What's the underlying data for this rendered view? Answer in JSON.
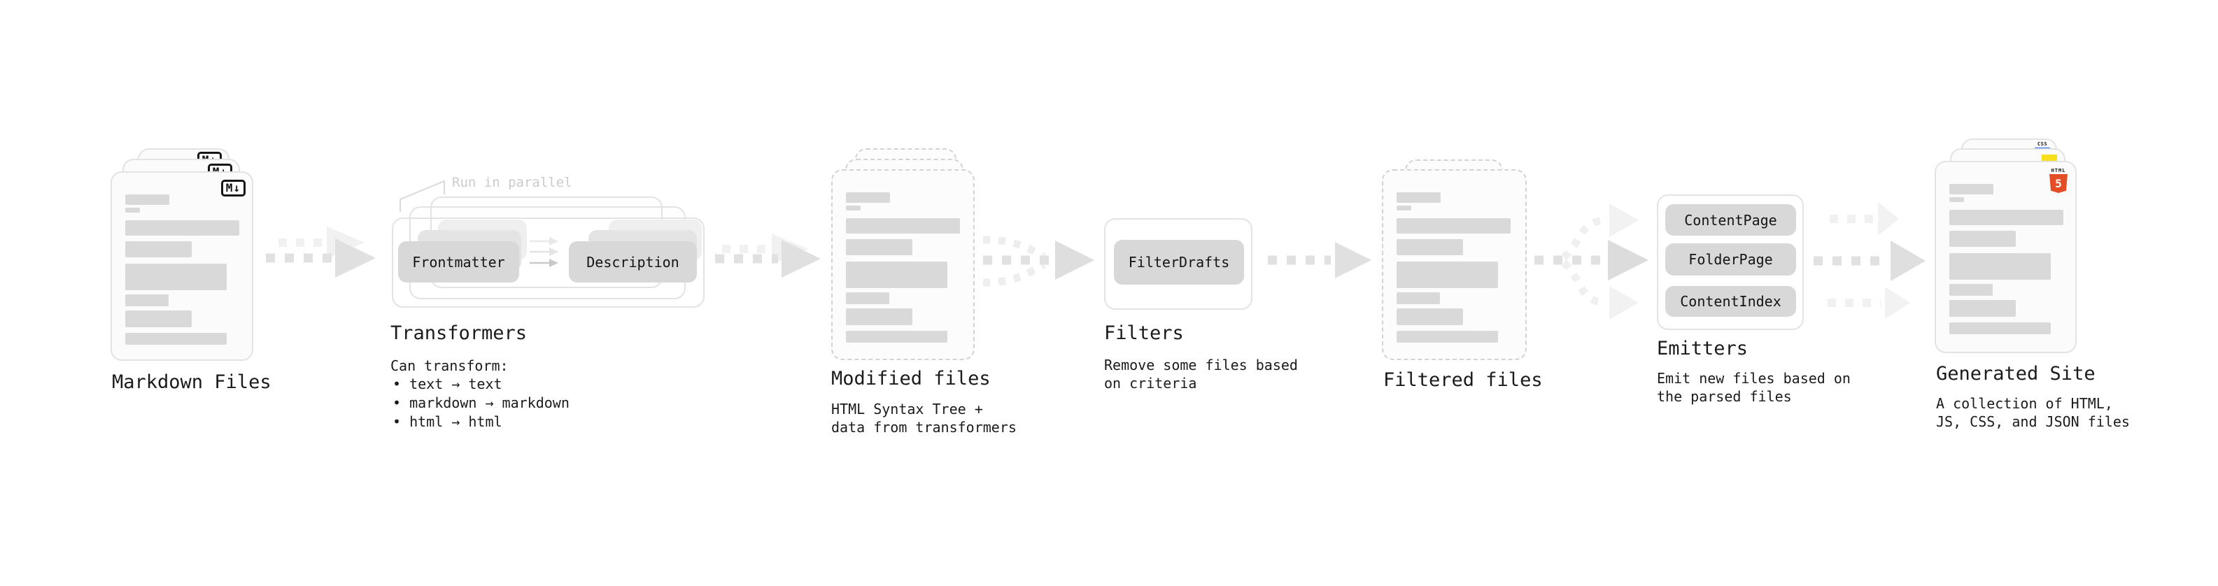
{
  "stages": {
    "markdown": {
      "title": "Markdown Files"
    },
    "transformers": {
      "title": "Transformers",
      "note": "Run in parallel",
      "boxes": [
        "Frontmatter",
        "Description"
      ],
      "desc": "Can transform:",
      "bullets": [
        "• text → text",
        "• markdown → markdown",
        "• html → html"
      ]
    },
    "modified": {
      "title": "Modified files",
      "desc_line1": "HTML Syntax Tree +",
      "desc_line2": "data from transformers"
    },
    "filters": {
      "title": "Filters",
      "box": "FilterDrafts",
      "desc_line1": "Remove some files based",
      "desc_line2": "on criteria"
    },
    "filtered": {
      "title": "Filtered files"
    },
    "emitters": {
      "title": "Emitters",
      "boxes": [
        "ContentPage",
        "FolderPage",
        "ContentIndex"
      ],
      "desc_line1": "Emit new files based on",
      "desc_line2": "the parsed files"
    },
    "generated": {
      "title": "Generated Site",
      "desc_line1": "A collection of HTML,",
      "desc_line2": "JS, CSS, and JSON files"
    }
  },
  "icons": {
    "markdown": "M↓",
    "html5_word": "HTML",
    "html5_number": "5",
    "css_word": "CSS"
  },
  "colors": {
    "html5_orange": "#e44d26",
    "js_yellow": "#f7df1e",
    "css_blue": "#2563eb",
    "arrow_gray": "#e1e1e1",
    "placeholder_bar_gray": "#d9d9d9"
  }
}
